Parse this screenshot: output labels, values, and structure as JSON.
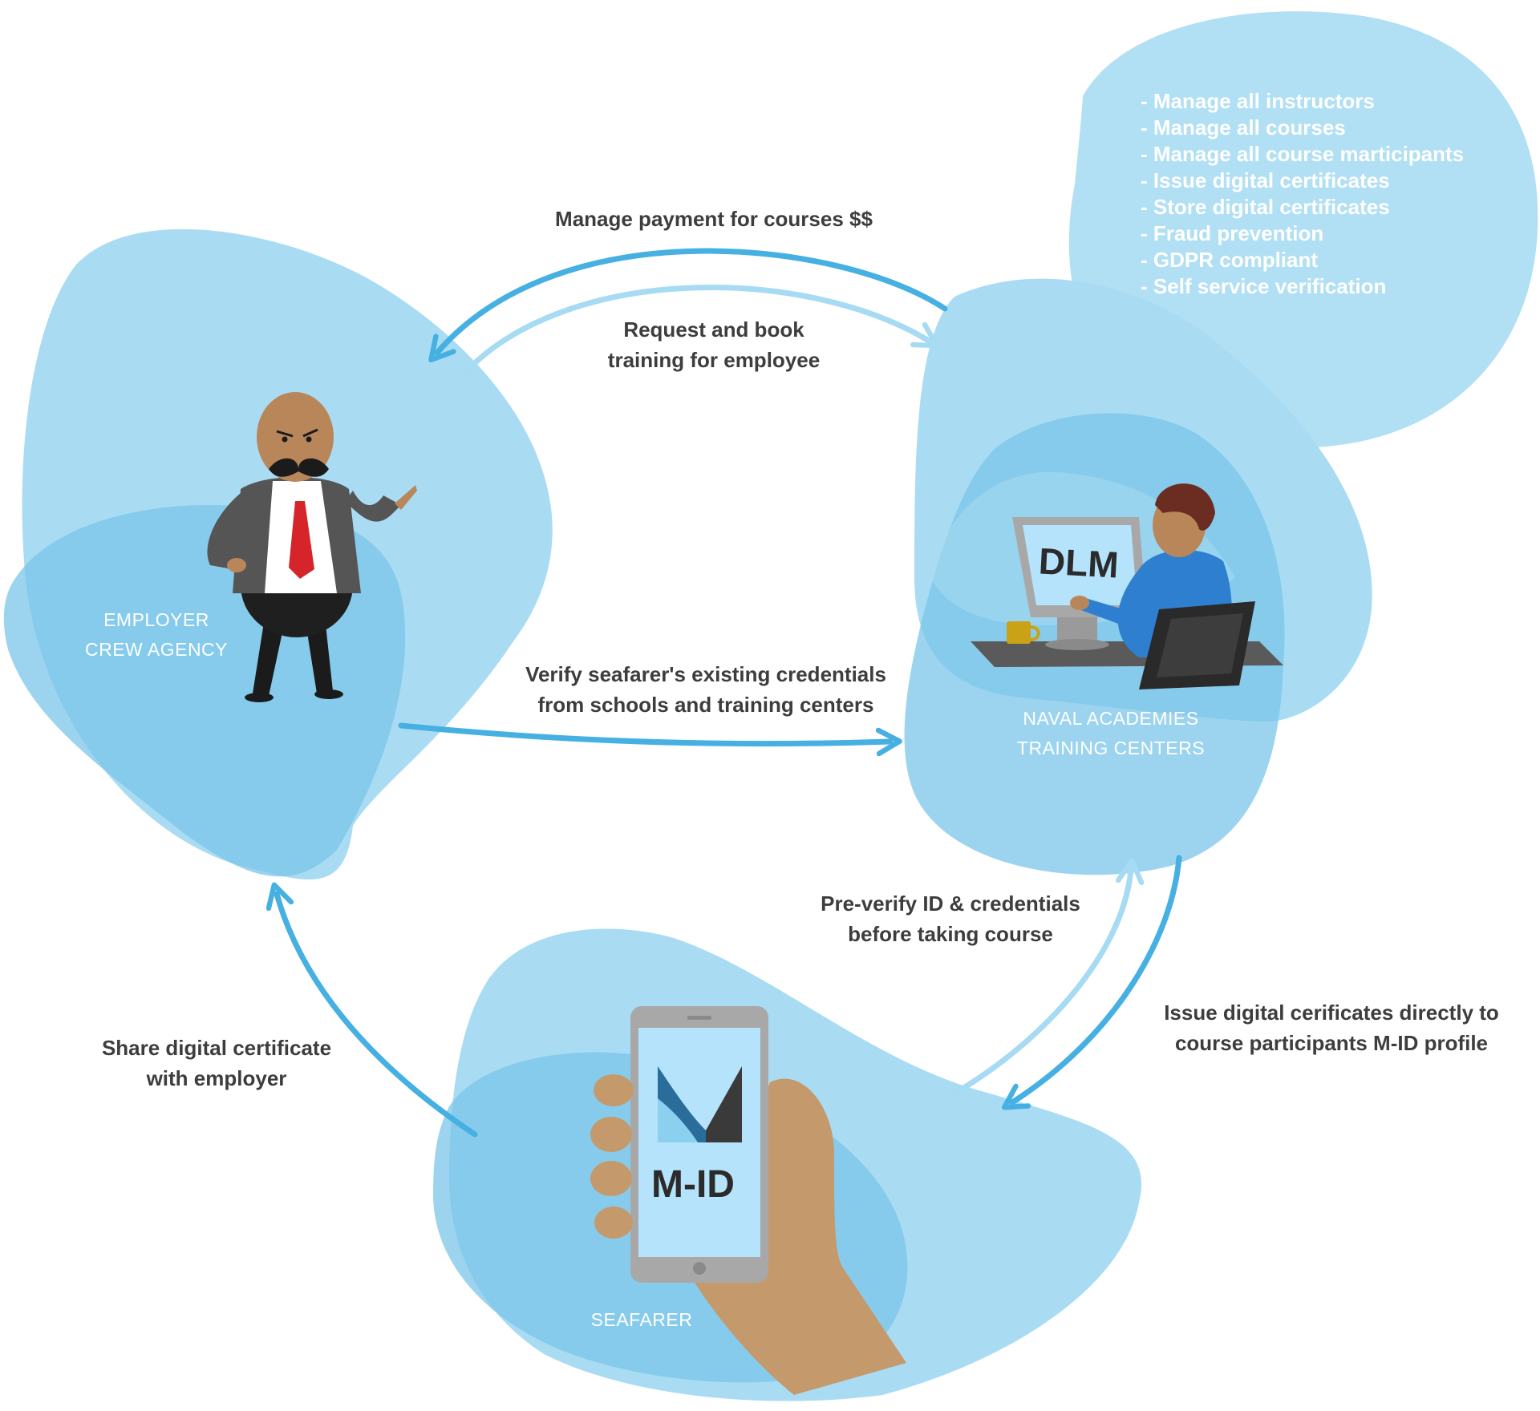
{
  "nodes": {
    "employer": {
      "lines": [
        "EMPLOYER",
        "CREW AGENCY"
      ]
    },
    "academies": {
      "lines": [
        "NAVAL ACADEMIES",
        "TRAINING CENTERS"
      ]
    },
    "seafarer": {
      "lines": [
        "SEAFARER"
      ]
    }
  },
  "screens": {
    "monitor": "DLM",
    "phone": "M-ID"
  },
  "features": [
    "Manage all instructors",
    "Manage all courses",
    "Manage all course marticipants",
    "Issue digital certificates",
    "Store digital certificates",
    "Fraud prevention",
    "GDPR compliant",
    "Self service verification"
  ],
  "flows": {
    "payment": [
      "Manage payment for courses $$"
    ],
    "request": [
      "Request and book",
      "training for employee"
    ],
    "verify": [
      "Verify seafarer's existing credentials",
      "from schools and training centers"
    ],
    "preverify": [
      "Pre-verify ID & credentials",
      "before taking course"
    ],
    "issue": [
      "Issue digital cerificates directly to",
      "course participants M-ID profile"
    ],
    "share": [
      "Share digital certificate",
      "with employer"
    ]
  },
  "colors": {
    "blob_light": "#a9dcf3",
    "blob_mid": "#7bc6ea",
    "arrow_dark": "#45b0e1",
    "arrow_light": "#a6dbf3",
    "text_dark": "#3d3d3d"
  }
}
